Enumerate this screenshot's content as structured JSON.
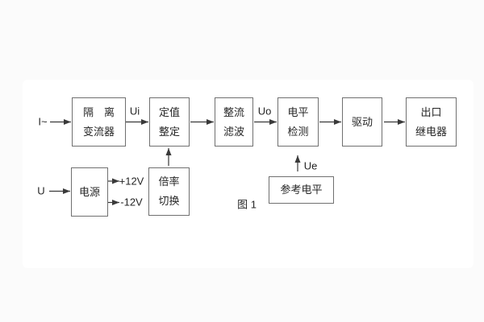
{
  "figure": {
    "caption": "图 1"
  },
  "blocks": {
    "isolation_converter": {
      "line1": "隔　离",
      "line2": "变流器"
    },
    "setpoint_setting": {
      "line1": "定值",
      "line2": "整定"
    },
    "rectifier_filter": {
      "line1": "整流",
      "line2": "滤波"
    },
    "level_detection": {
      "line1": "电平",
      "line2": "检测"
    },
    "drive": {
      "label": "驱动"
    },
    "output_relay": {
      "line1": "出口",
      "line2": "继电器"
    },
    "power_supply": {
      "label": "电源"
    },
    "ratio_switching": {
      "line1": "倍率",
      "line2": "切换"
    },
    "reference_level": {
      "label": "参考电平"
    }
  },
  "signal_labels": {
    "input_current": "I~",
    "input_voltage": "U",
    "ui": "Ui",
    "uo": "Uo",
    "ue": "Ue",
    "plus_12v": "+12V",
    "minus_12v": "-12V"
  },
  "edges": [
    {
      "from": "input_current",
      "to": "isolation_converter",
      "label": ""
    },
    {
      "from": "isolation_converter",
      "to": "setpoint_setting",
      "label": "Ui"
    },
    {
      "from": "setpoint_setting",
      "to": "rectifier_filter",
      "label": ""
    },
    {
      "from": "rectifier_filter",
      "to": "level_detection",
      "label": "Uo"
    },
    {
      "from": "level_detection",
      "to": "drive",
      "label": ""
    },
    {
      "from": "drive",
      "to": "output_relay",
      "label": ""
    },
    {
      "from": "input_voltage",
      "to": "power_supply",
      "label": ""
    },
    {
      "from": "power_supply",
      "to": "plus_12v_output",
      "label": "+12V"
    },
    {
      "from": "power_supply",
      "to": "minus_12v_output",
      "label": "-12V"
    },
    {
      "from": "ratio_switching",
      "to": "setpoint_setting",
      "label": ""
    },
    {
      "from": "reference_level",
      "to": "level_detection",
      "label": "Ue"
    }
  ],
  "colors": {
    "line": "#3a3a3a",
    "border": "#707070",
    "text": "#262626",
    "background": "#fbfbfb",
    "panel": "#ffffff"
  }
}
